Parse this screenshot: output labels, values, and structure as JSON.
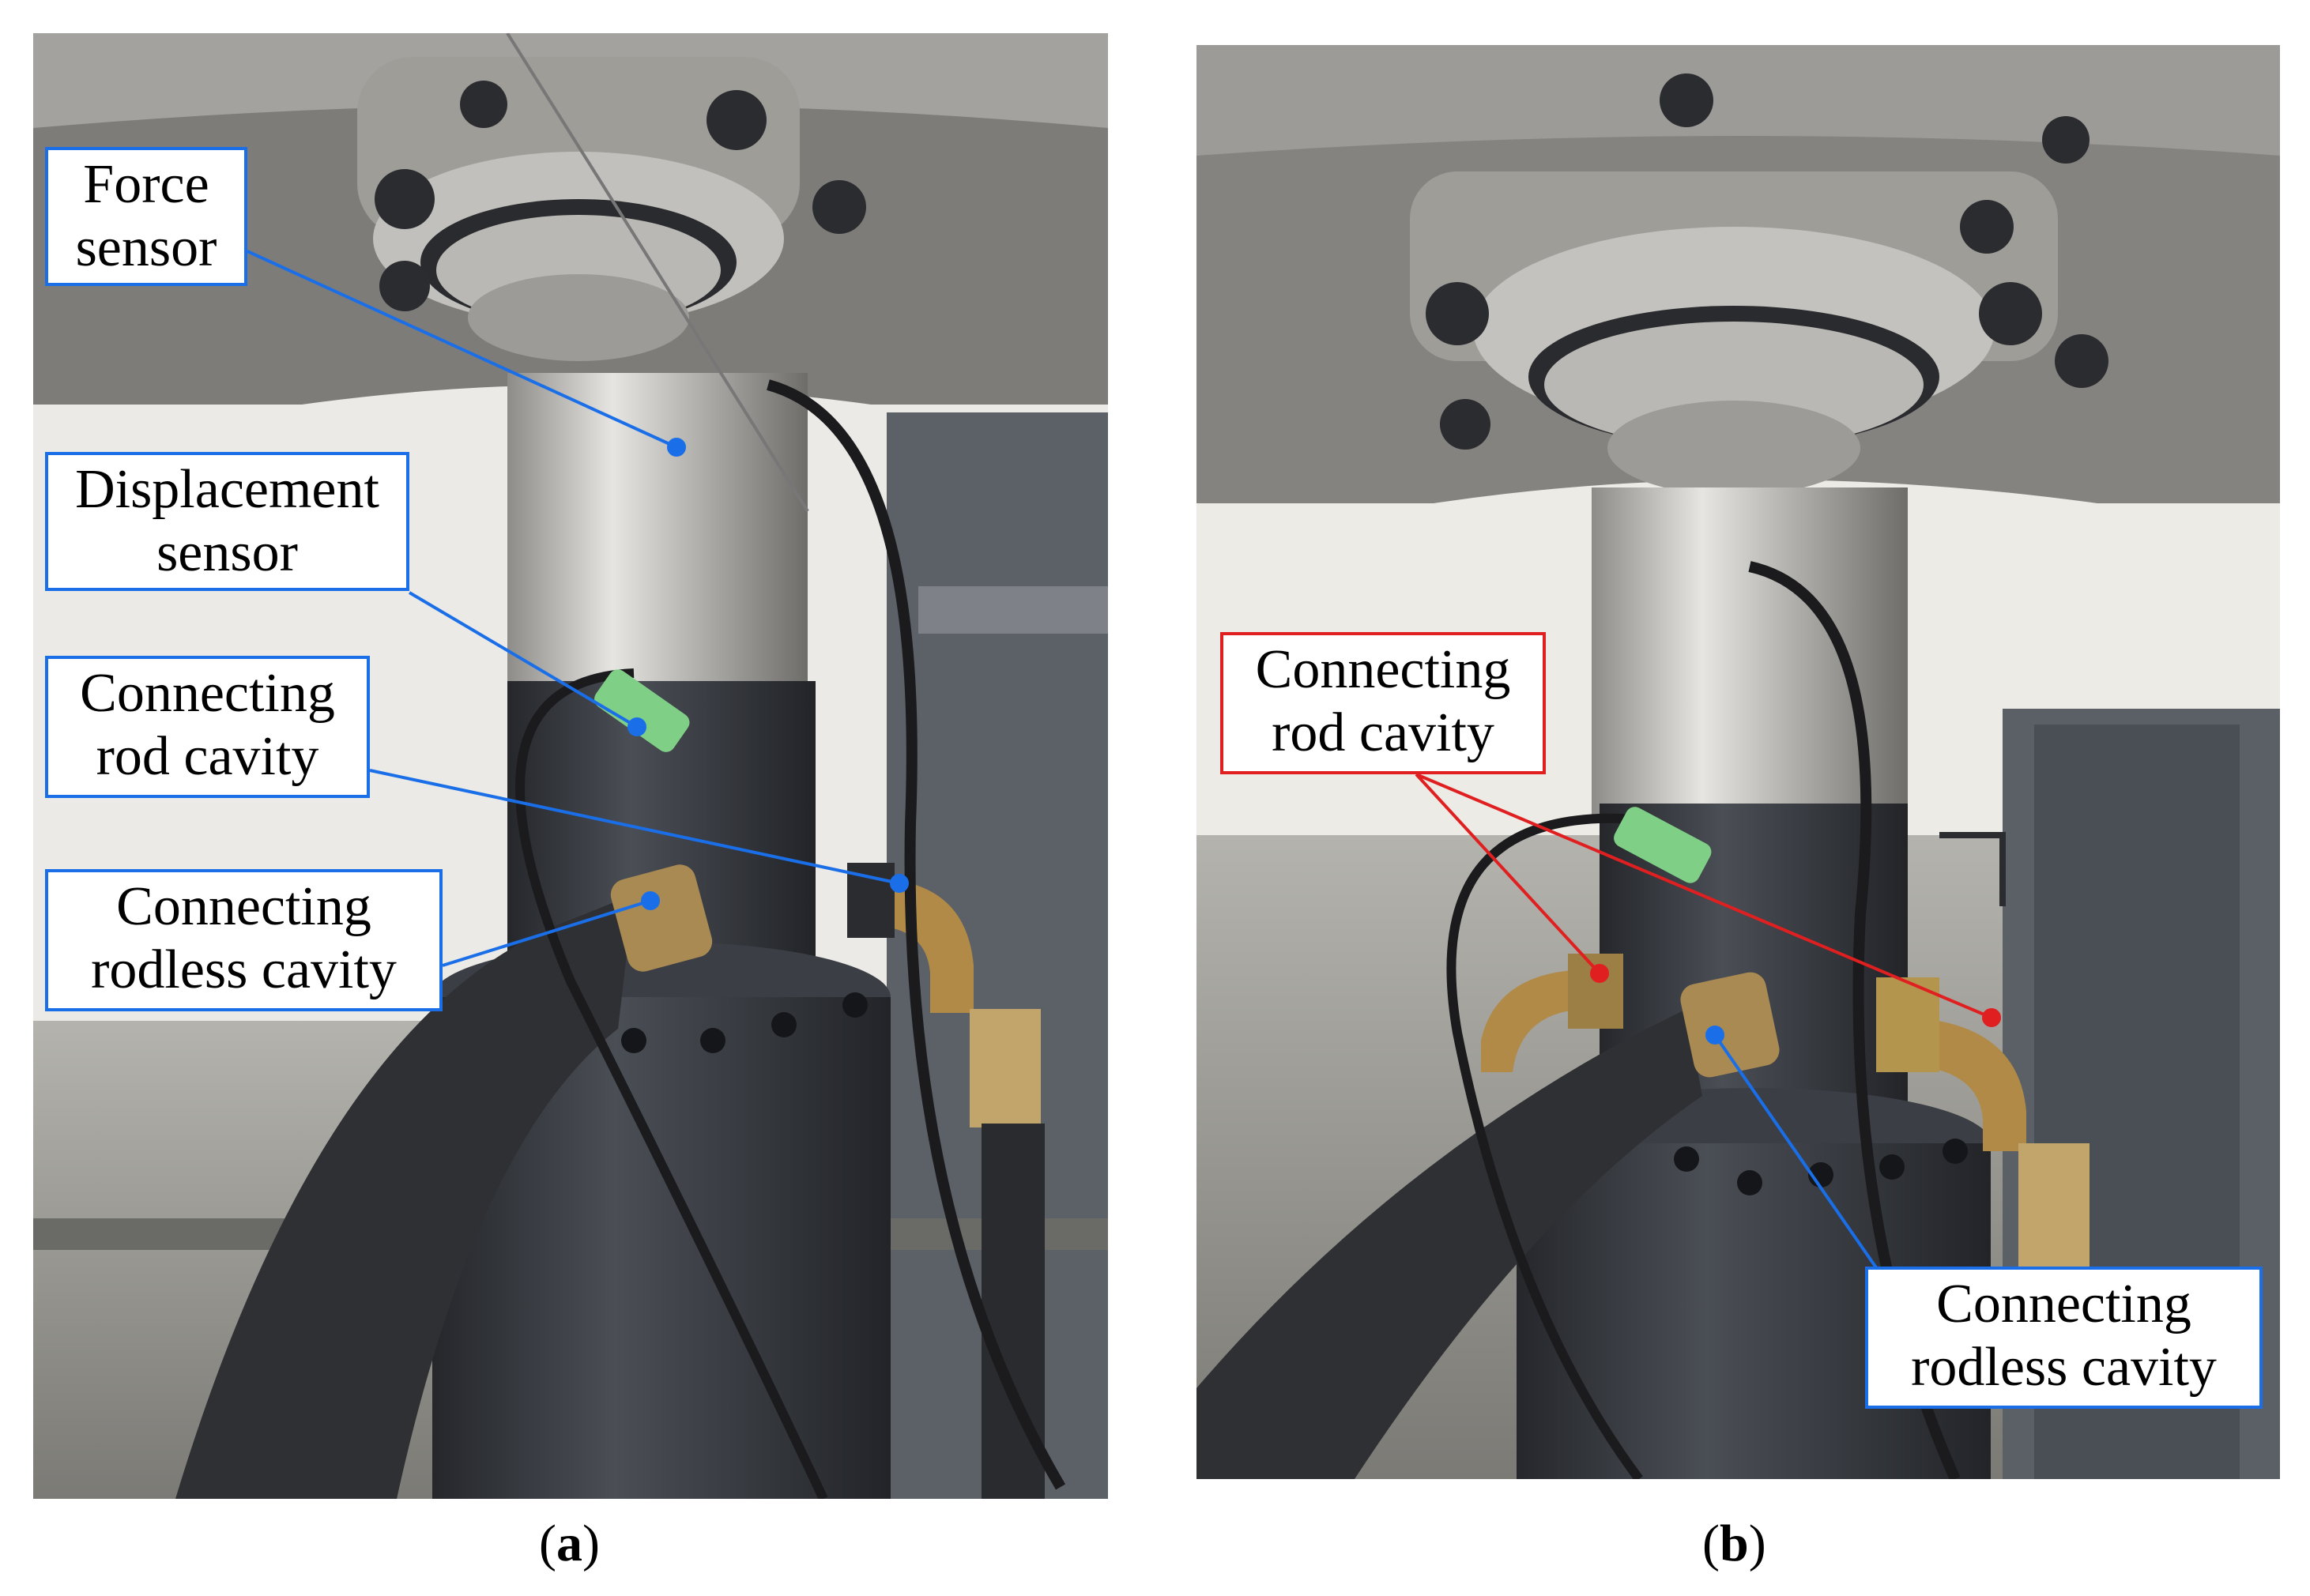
{
  "panel_a": {
    "callouts": {
      "force_sensor": "Force\nsensor",
      "displacement_sensor": "Displacement\nsensor",
      "connecting_rod_cavity": "Connecting\nrod cavity",
      "connecting_rodless_cavity": "Connecting\nrodless cavity"
    },
    "caption_open": "(",
    "caption_letter": "a",
    "caption_close": ")"
  },
  "panel_b": {
    "callouts": {
      "connecting_rod_cavity": "Connecting\nrod cavity",
      "connecting_rodless_cavity": "Connecting\nrodless cavity"
    },
    "caption_open": "(",
    "caption_letter": "b",
    "caption_close": ")"
  },
  "colors": {
    "callout_blue": "#1a6fe8",
    "callout_red": "#e02020",
    "dark_steel": "#3a3d42",
    "bright_steel": "#c9c9c7",
    "brass": "#b08a46",
    "concrete": "#8f8e89"
  }
}
